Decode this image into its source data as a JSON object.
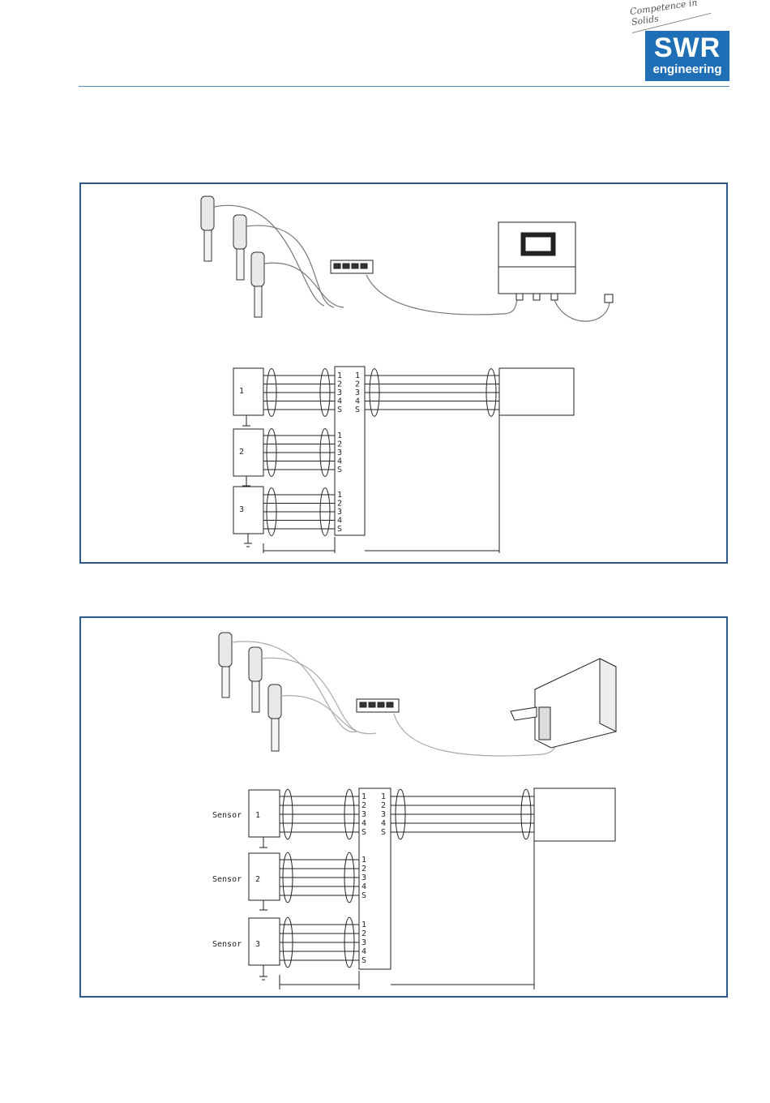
{
  "header": {
    "tagline": "Competence in Solids",
    "logo_main": "SWR",
    "logo_sub": "engineering"
  },
  "schematic": {
    "terminal_labels": [
      "1",
      "2",
      "3",
      "4",
      "S"
    ],
    "sensor_numbers_top": [
      "1",
      "2",
      "3"
    ],
    "sensor_numbers_bottom": [
      "1",
      "2",
      "3"
    ],
    "sensor_label": "Sensor"
  },
  "colors": {
    "brand": "#1f6fb6",
    "frame": "#2d5a8a",
    "rule": "#5a8fbf"
  }
}
